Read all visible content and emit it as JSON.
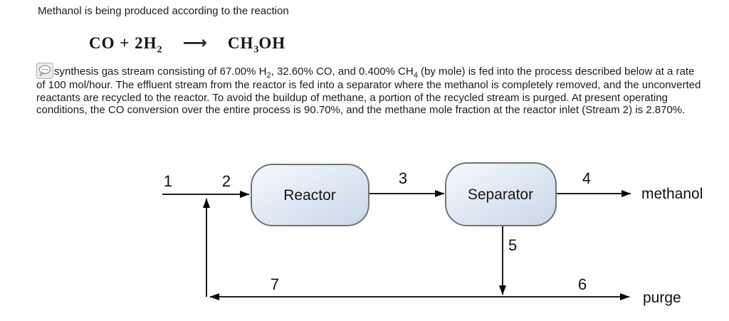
{
  "intro": {
    "text": "Methanol is being produced according to the reaction"
  },
  "equation": {
    "lhs": "CO + 2H",
    "lhs_sub": "2",
    "arrow": "⟶",
    "rhs_a": "CH",
    "rhs_sub": "3",
    "rhs_b": "OH"
  },
  "paragraph": {
    "run1": "synthesis gas stream consisting of 67.00% H",
    "sub1": "2",
    "run2": ", 32.60% CO, and 0.400% CH",
    "sub2": "4",
    "run3": " (by mole) is fed into the process described below at a rate of 100 mol/hour. The effluent stream from the reactor is fed into a separator where the methanol is completely removed, and the unconverted reactants are recycled to the reactor. To avoid the buildup of methane, a portion of the recycled stream is purged. At present operating conditions, the CO conversion over the entire process is 90.70%, and the methane mole fraction at the reactor inlet (Stream 2) is 2.870%."
  },
  "icons": {
    "comment_bubble": "speech-bubble-ellipsis-icon"
  },
  "diagram": {
    "units": {
      "reactor": "Reactor",
      "separator": "Separator"
    },
    "streams": {
      "s1": "1",
      "s2": "2",
      "s3": "3",
      "s4": "4",
      "s5": "5",
      "s6": "6",
      "s7": "7"
    },
    "outlets": {
      "methanol": "methanol",
      "purge": "purge"
    },
    "colors": {
      "unit_fill_top": "#f4f8fc",
      "unit_fill_bottom": "#c8d7e9",
      "unit_border": "#6f747c",
      "line": "#000000",
      "text": "#111111"
    }
  }
}
